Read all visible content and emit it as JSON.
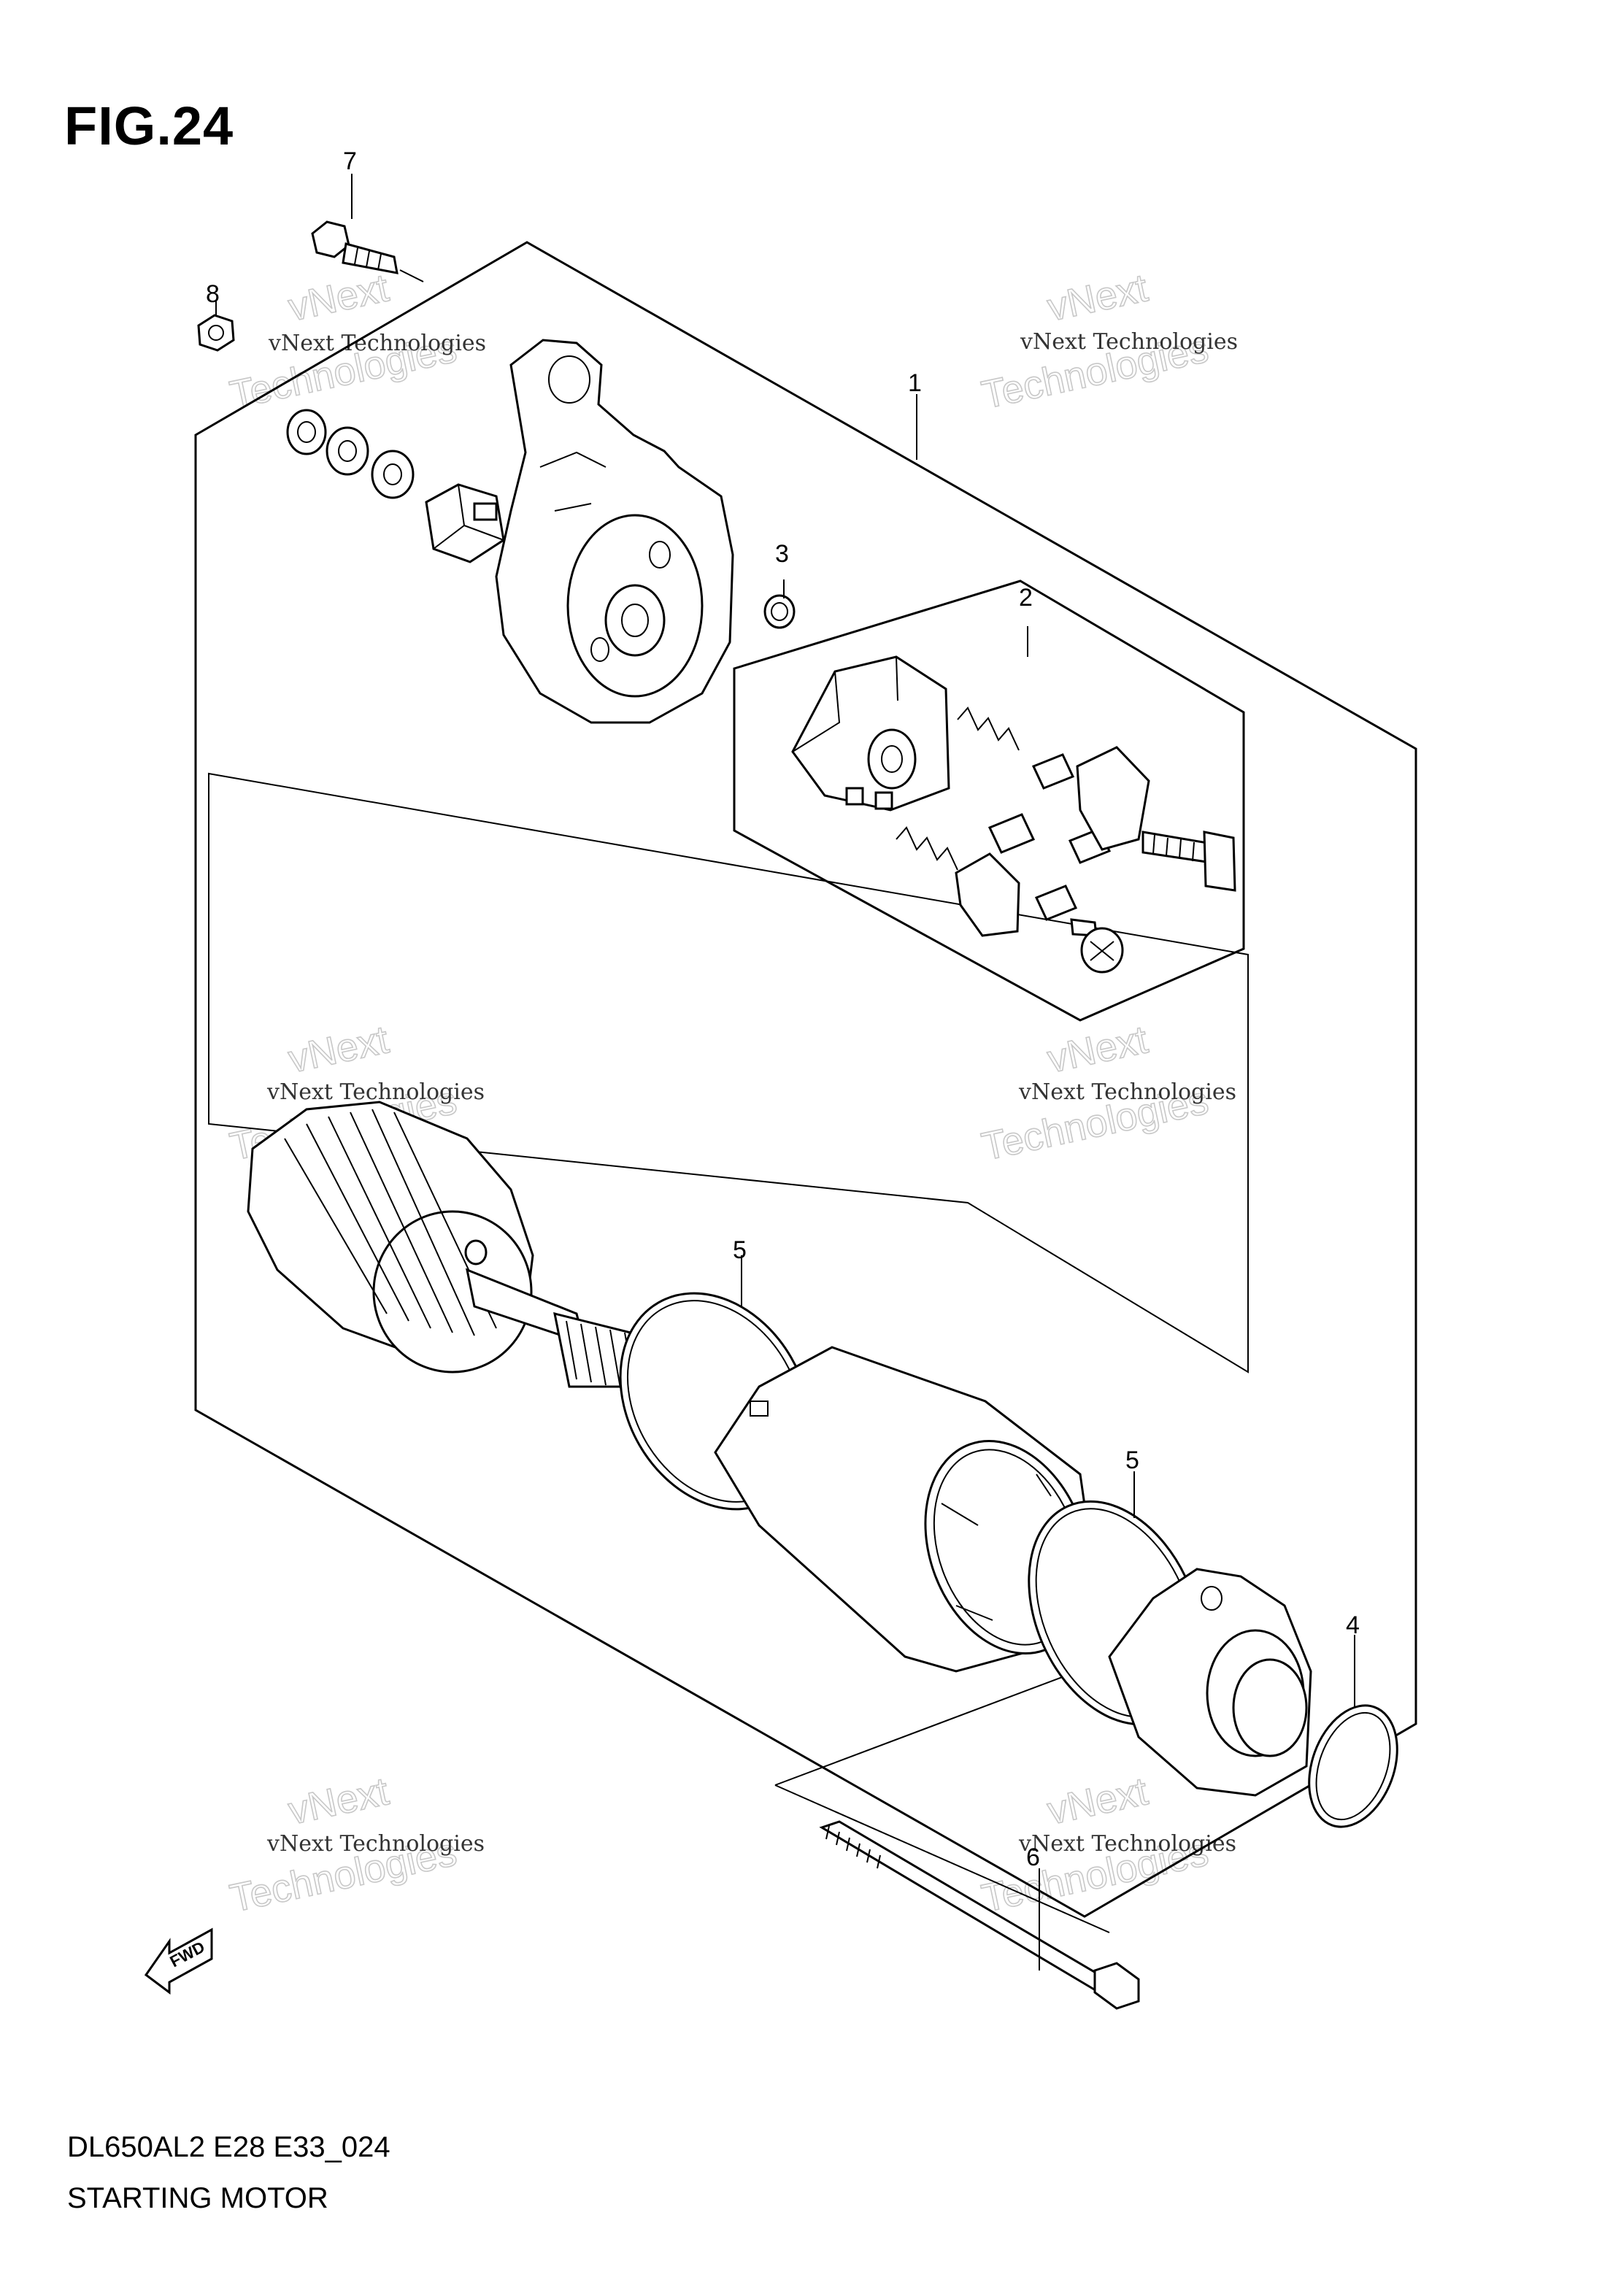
{
  "figure": {
    "title": "FIG.24"
  },
  "footer": {
    "code": "DL650AL2 E28 E33_024",
    "name": "STARTING MOTOR"
  },
  "callouts": [
    {
      "label": "7"
    },
    {
      "label": "8"
    },
    {
      "label": "1"
    },
    {
      "label": "3"
    },
    {
      "label": "2"
    },
    {
      "label": "5"
    },
    {
      "label": "5"
    },
    {
      "label": "4"
    },
    {
      "label": "6"
    }
  ],
  "watermark": {
    "small": "vNext Technologies",
    "big_line1": "vNext",
    "big_line2": "Technologies"
  },
  "fwd_label": "FWD"
}
